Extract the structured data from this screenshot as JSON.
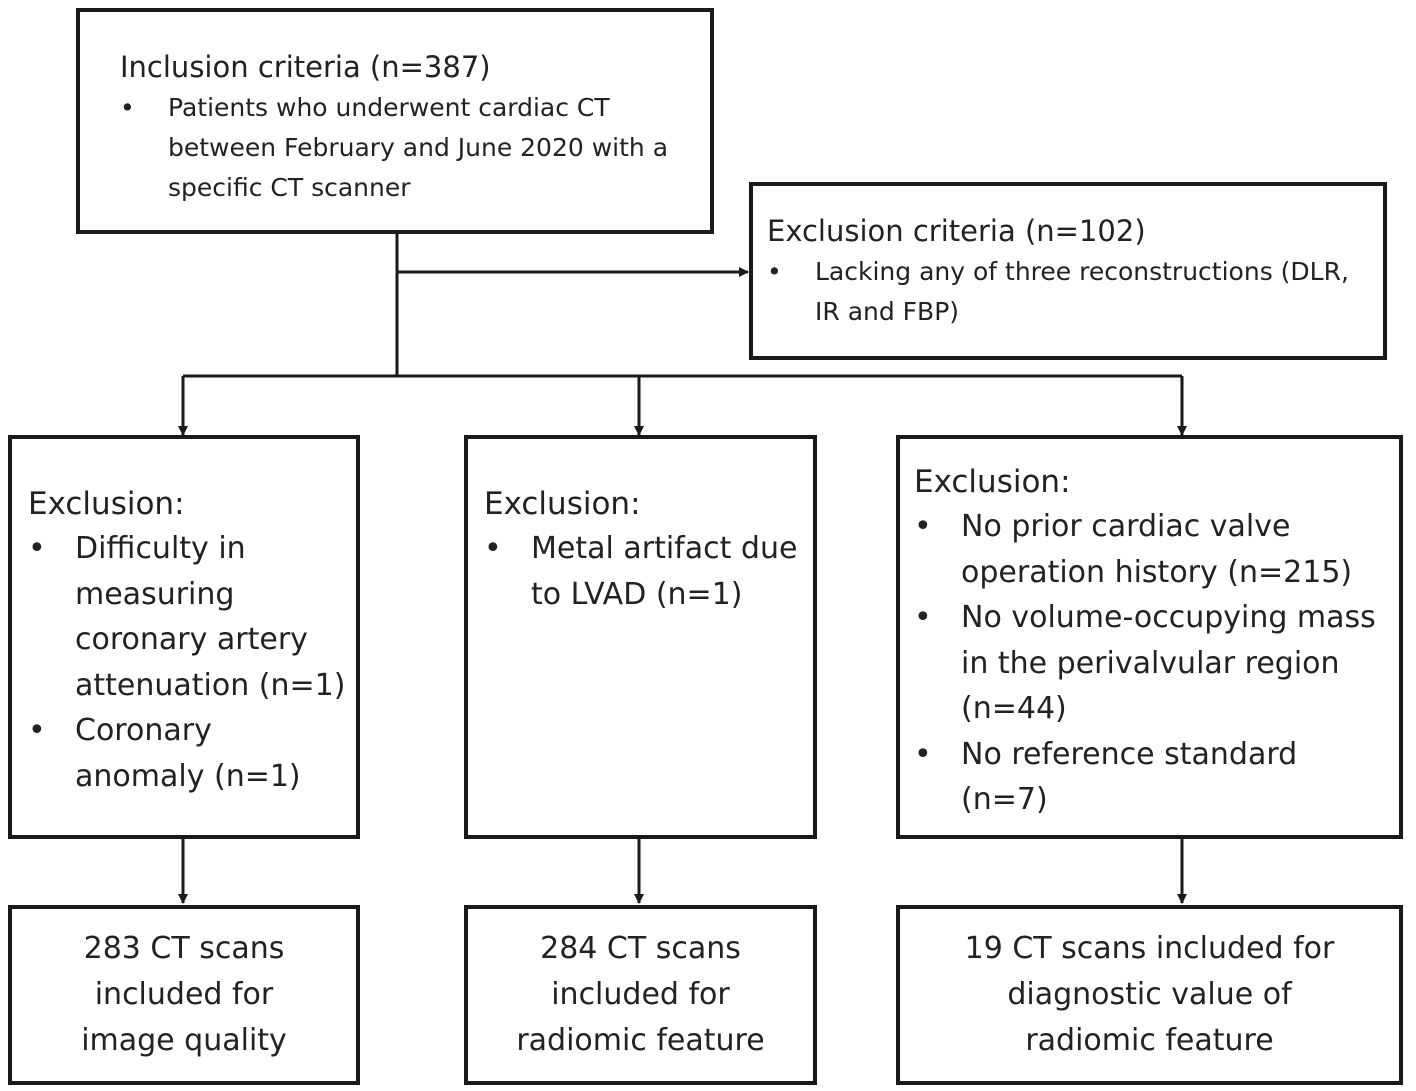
{
  "inclusion": {
    "title": "Inclusion criteria (n=387)",
    "items": [
      "Patients who underwent cardiac CT between February and June 2020 with a specific CT scanner"
    ]
  },
  "exclusion_main": {
    "title": "Exclusion criteria (n=102)",
    "items": [
      "Lacking any of three reconstructions (DLR, IR and FBP)"
    ]
  },
  "branches": [
    {
      "title": "Exclusion:",
      "items": [
        "Difficulty in measuring coronary artery attenuation (n=1)",
        "Coronary anomaly (n=1)"
      ],
      "result": "283 CT scans\nincluded for\nimage quality"
    },
    {
      "title": "Exclusion:",
      "items": [
        "Metal artifact due to LVAD (n=1)"
      ],
      "result": "284 CT scans\nincluded for\nradiomic feature"
    },
    {
      "title": "Exclusion:",
      "items": [
        "No prior cardiac valve operation history (n=215)",
        "No volume-occupying mass in the perivalvular region (n=44)",
        "No reference standard (n=7)"
      ],
      "result": "19 CT scans included for\ndiagnostic value of\nradiomic feature"
    }
  ]
}
